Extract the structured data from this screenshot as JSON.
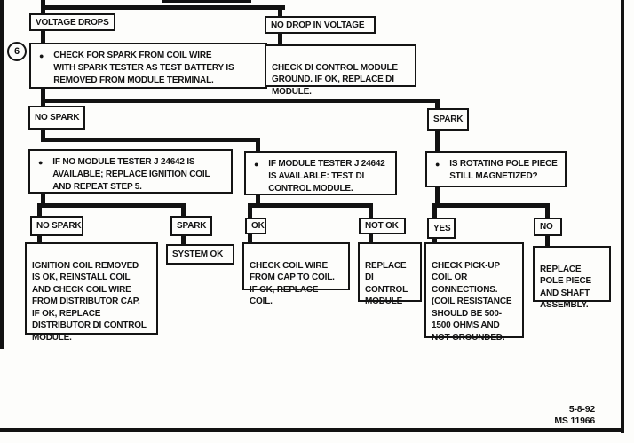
{
  "flowchart": {
    "bullet_icon": "●",
    "step_marker": "6",
    "nodes": {
      "voltage_drops": {
        "label": "VOLTAGE DROPS"
      },
      "step6_action": {
        "text": "CHECK FOR SPARK FROM COIL WIRE\nWITH SPARK TESTER AS TEST BATTERY IS\nREMOVED FROM MODULE TERMINAL."
      },
      "no_drop_in_voltage": {
        "label": "NO DROP IN VOLTAGE"
      },
      "check_di_ground": {
        "text": "CHECK DI CONTROL MODULE\nGROUND.  IF OK, REPLACE DI\nMODULE."
      },
      "no_spark_1": {
        "label": "NO SPARK"
      },
      "if_no_tester": {
        "text": "IF NO MODULE TESTER J 24642 IS\nAVAILABLE;  REPLACE IGNITION COIL\nAND REPEAT STEP 5."
      },
      "spark_1": {
        "label": "SPARK"
      },
      "if_tester": {
        "text": "IF MODULE TESTER J 24642\nIS AVAILABLE: TEST DI\nCONTROL MODULE."
      },
      "rotating_pole": {
        "text": "IS ROTATING POLE PIECE\nSTILL MAGNETIZED?"
      },
      "no_spark_2": {
        "label": "NO SPARK"
      },
      "ignition_coil_removed": {
        "text": "IGNITION COIL REMOVED\nIS OK, REINSTALL COIL\nAND CHECK COIL WIRE\nFROM DISTRIBUTOR CAP.\nIF OK, REPLACE\nDISTRIBUTOR  DI CONTROL\nMODULE."
      },
      "spark_2": {
        "label": "SPARK"
      },
      "system_ok": {
        "label": "SYSTEM OK"
      },
      "ok": {
        "label": "OK"
      },
      "check_coil_wire": {
        "text": "CHECK COIL WIRE\nFROM CAP TO COIL.\nIF OK, REPLACE COIL."
      },
      "not_ok": {
        "label": "NOT OK"
      },
      "replace_di_module": {
        "text": "REPLACE\nDI\nCONTROL\nMODULE"
      },
      "yes": {
        "label": "YES"
      },
      "check_pickup_coil": {
        "text": "CHECK PICK-UP\nCOIL OR\nCONNECTIONS.\n(COIL RESISTANCE\nSHOULD BE 500-\n1500 OHMS AND\nNOT GROUNDED."
      },
      "no": {
        "label": "NO"
      },
      "replace_pole_piece": {
        "text": "REPLACE\nPOLE PIECE\nAND SHAFT\nASSEMBLY."
      }
    },
    "footer": {
      "date": "5-8-92",
      "doc_number": "MS 11966"
    }
  }
}
